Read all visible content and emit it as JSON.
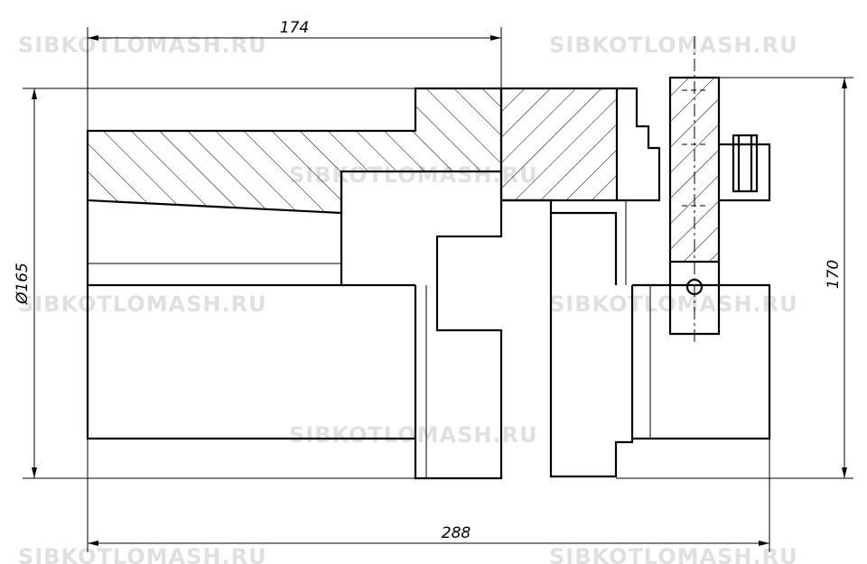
{
  "dimensions": {
    "top_length": "174",
    "overall_length": "288",
    "diameter": "Ø165",
    "height": "170"
  },
  "watermark": "SIBKOTLOMASH.RU",
  "colors": {
    "line": "#000000",
    "watermark": "#c8c8c8",
    "background": "#ffffff"
  }
}
